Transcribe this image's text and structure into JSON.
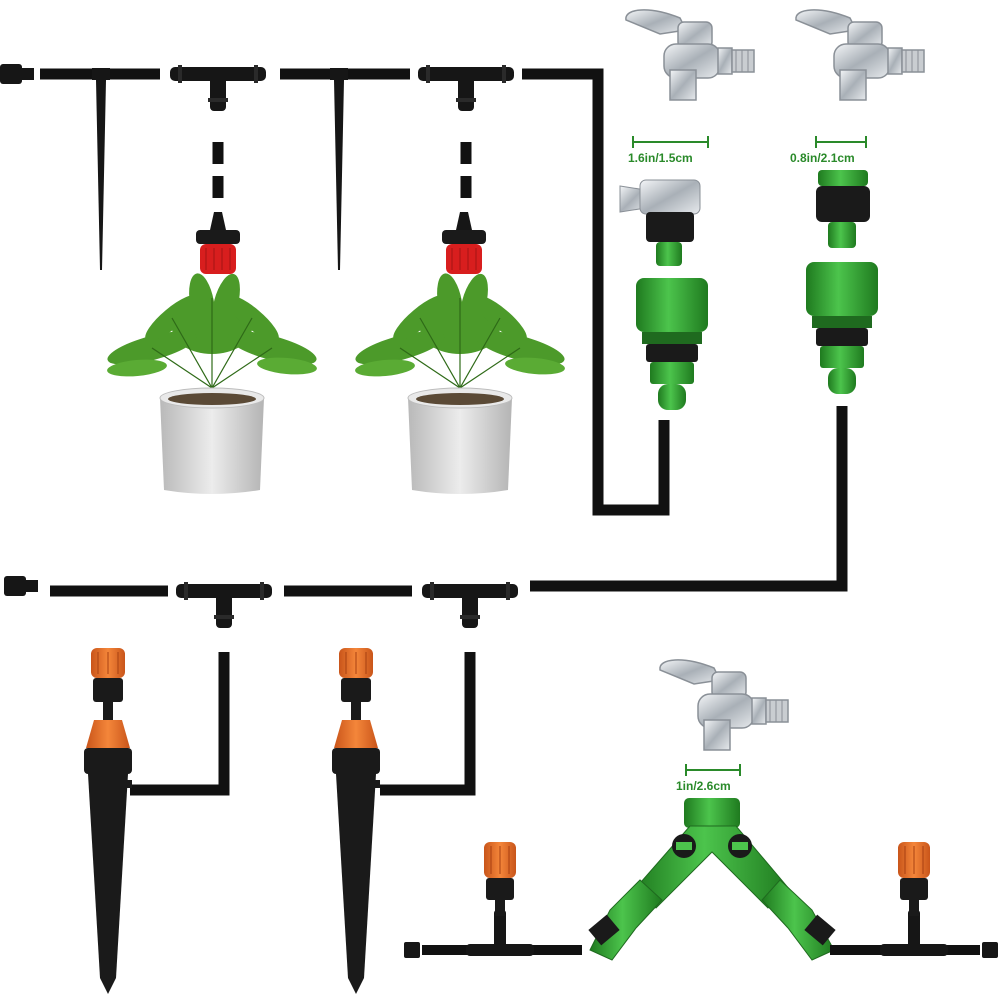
{
  "measurements": {
    "tap1": "1.6in/1.5cm",
    "tap2": "0.8in/2.1cm",
    "tap3": "1in/2.6cm"
  },
  "colors": {
    "tube": "#111111",
    "green": "#3cb43c",
    "dark_green": "#1f7a1f",
    "orange": "#f07a1e",
    "red": "#d81e1e",
    "chrome": "#c8cdd2",
    "pot": "#d6d6d6",
    "leaf": "#4c9a2a"
  },
  "icons": {
    "faucet": "faucet-icon",
    "tee": "tee-connector-icon",
    "dripper": "red-dripper-icon",
    "sprinkler": "orange-sprinkler-icon",
    "stake": "stake-icon",
    "plant": "potted-fern-icon",
    "splitter": "y-splitter-icon",
    "adapter": "quick-connector-icon"
  }
}
